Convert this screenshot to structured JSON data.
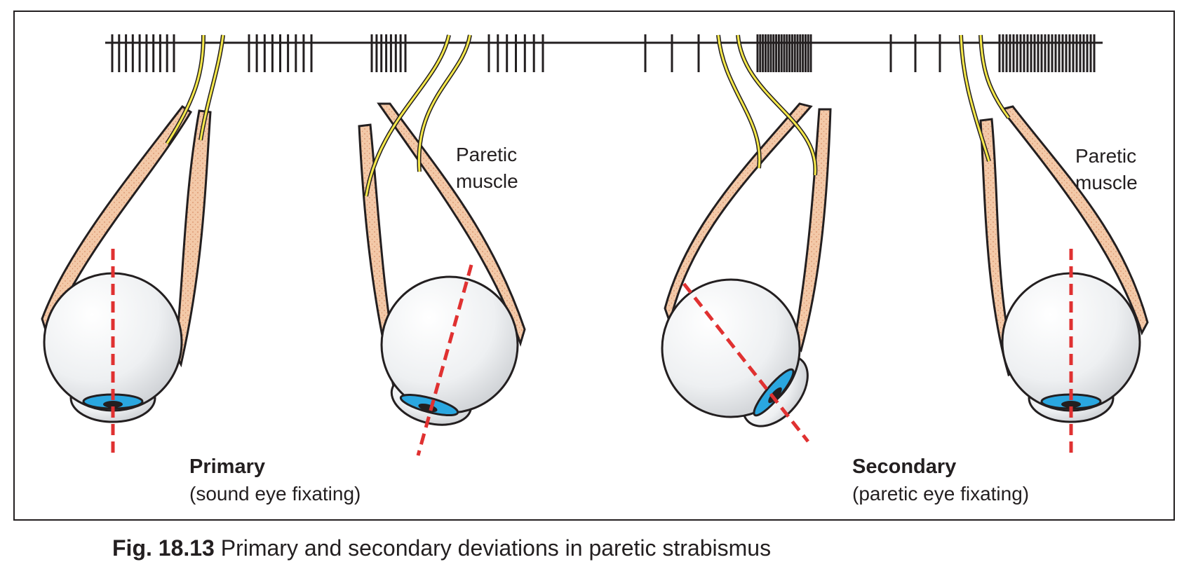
{
  "colors": {
    "muscle_fill": "#f3c9a8",
    "muscle_dots": "#d9916a",
    "nerve": "#f5e84a",
    "axis_line": "#e03131",
    "iris": "#2aa7e0",
    "pupil": "#231f20",
    "outline": "#231f20"
  },
  "labels": {
    "paretic_1": [
      "Paretic",
      "muscle"
    ],
    "paretic_2": [
      "Paretic",
      "muscle"
    ],
    "primary_title": "Primary",
    "primary_sub": "(sound eye fixating)",
    "secondary_title": "Secondary",
    "secondary_sub": "(paretic eye fixating)"
  },
  "caption": {
    "number": "Fig. 18.13",
    "text": "Primary and secondary deviations in paretic strabismus"
  }
}
